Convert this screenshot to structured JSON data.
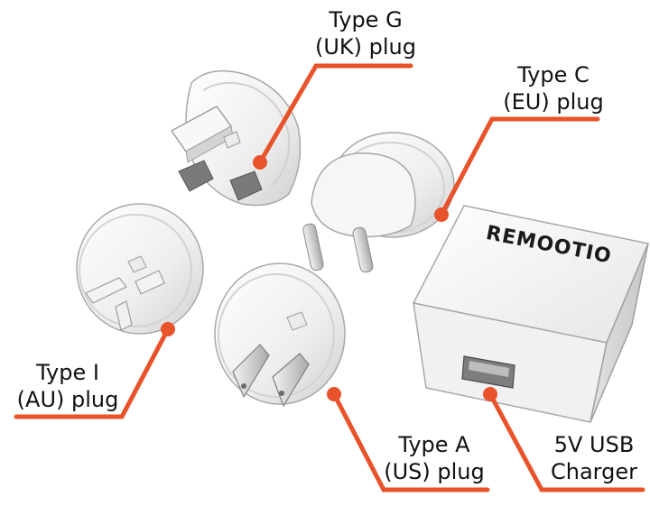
{
  "labels": {
    "uk": {
      "line1": "Type G",
      "line2": "(UK) plug"
    },
    "eu": {
      "line1": "Type C",
      "line2": "(EU) plug"
    },
    "au": {
      "line1": "Type I",
      "line2": "(AU) plug"
    },
    "us": {
      "line1": "Type A",
      "line2": "(US) plug"
    },
    "charger": {
      "line1": "5V USB",
      "line2": "Charger"
    }
  },
  "brand": {
    "logo_text": "REMOOTIO"
  },
  "colors": {
    "callout": "#e8532b",
    "plastic_light": "#f4f4f4",
    "plastic_mid": "#dcdcdc",
    "plastic_shadow": "#bdbdbd",
    "outline": "#9a9a9a",
    "pin_dark": "#4b4b4b",
    "text": "#111111"
  }
}
